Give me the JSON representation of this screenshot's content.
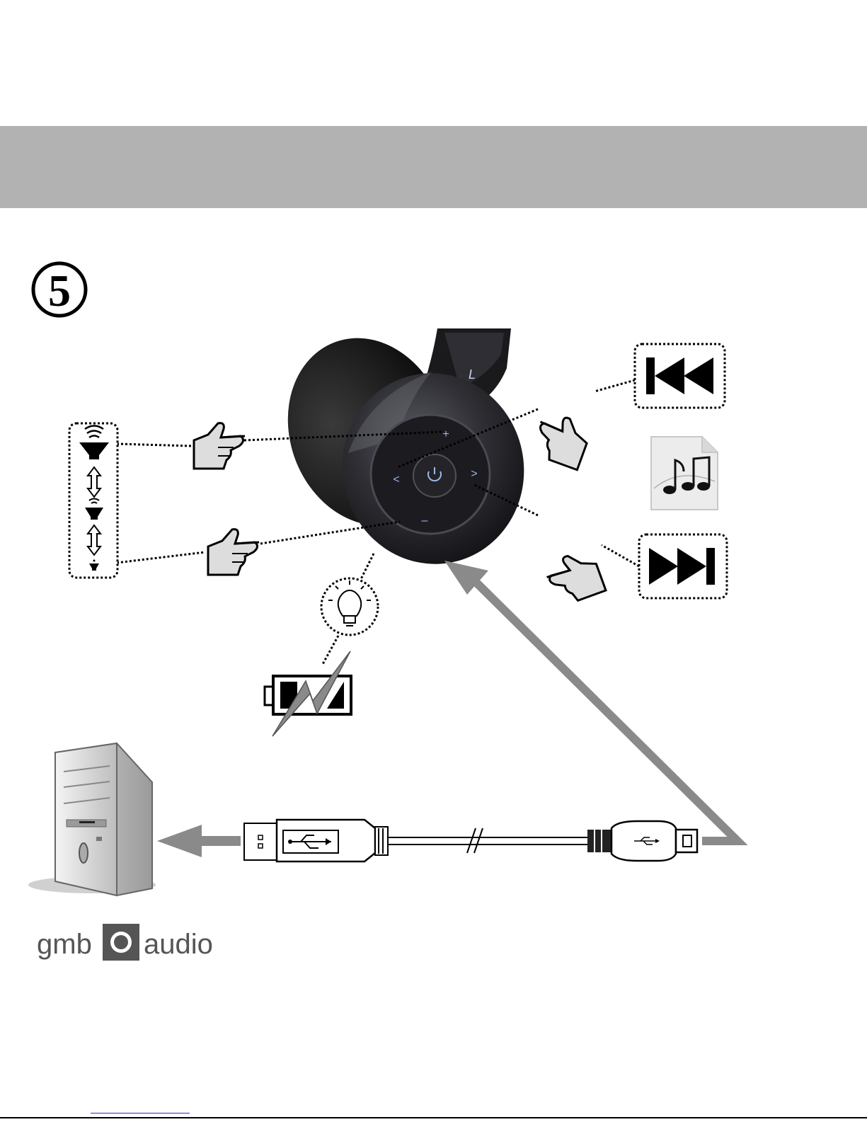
{
  "step_number": "5",
  "headphone": {
    "side_label": "L"
  },
  "buttons": {
    "plus": "+",
    "minus": "–",
    "prev": "<",
    "next": ">"
  },
  "icons": {
    "volume_levels": [
      "speaker-high-icon",
      "double-arrow-icon",
      "speaker-medium-icon",
      "double-arrow-icon",
      "speaker-low-icon"
    ],
    "track_prev": "skip-back-icon",
    "track_next": "skip-forward-icon",
    "music_file": "music-file-icon",
    "led": "light-bulb-icon",
    "charging": "battery-charging-icon",
    "computer": "desktop-tower-icon",
    "cable": "usb-cable-icon"
  },
  "logo": {
    "left": "gmb",
    "right": "audio"
  },
  "colors": {
    "banner": "#b2b2b2",
    "arrow": "#8a8a8a",
    "headphone": "#2a2a2e"
  }
}
